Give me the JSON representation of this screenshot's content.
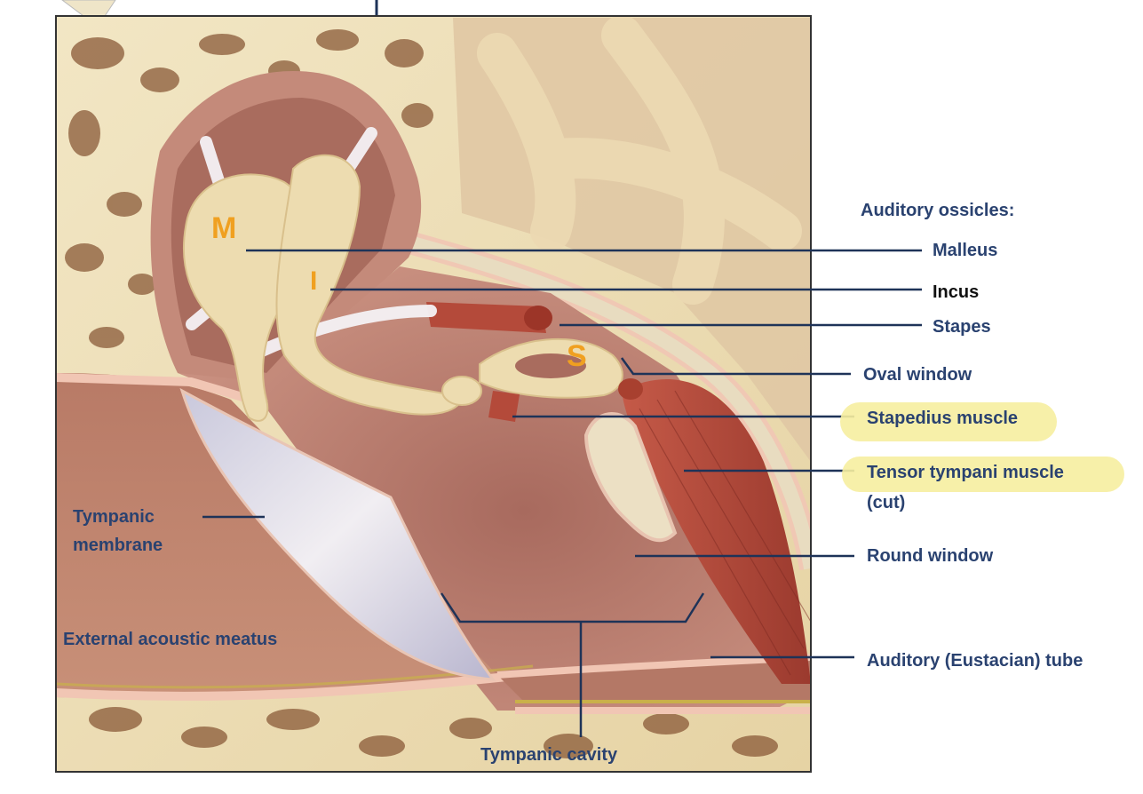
{
  "labels": {
    "ossicles_heading": "Auditory ossicles:",
    "malleus": "Malleus",
    "incus": "Incus",
    "stapes": "Stapes",
    "oval_window": "Oval window",
    "stapedius": "Stapedius muscle",
    "tensor_line1": "Tensor tympani muscle",
    "tensor_line2": "(cut)",
    "round_window": "Round window",
    "auditory_tube": "Auditory (Eustacian) tube",
    "tympanic_membrane_line1": "Tympanic",
    "tympanic_membrane_line2": "membrane",
    "external_meatus": "External acoustic meatus",
    "tympanic_cavity": "Tympanic cavity"
  },
  "annotations": {
    "malleus_letter": "M",
    "incus_letter": "I",
    "stapes_letter": "S"
  },
  "colors": {
    "label_text": "#2a4270",
    "leader_line": "#1e3358",
    "highlight": "#f6eea0",
    "handwriting": "#f0a020",
    "bone": "#efe1b8",
    "tissue": "#c48a7a",
    "muscle": "#b8483a",
    "membrane": "#d9d8e6"
  }
}
